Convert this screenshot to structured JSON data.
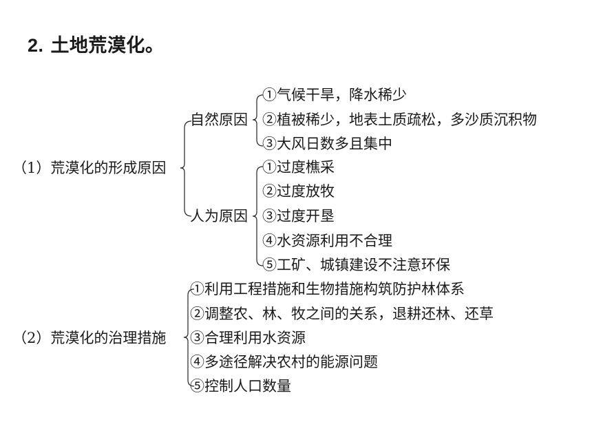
{
  "title": {
    "num": "2.",
    "text": "土地荒漠化。"
  },
  "section1": {
    "label": "（1）荒漠化的形成原因",
    "natural": {
      "label": "自然原因",
      "items": [
        "①气候干旱，降水稀少",
        "②植被稀少，地表土质疏松，多沙质沉积物",
        "③大风日数多且集中"
      ]
    },
    "human": {
      "label": "人为原因",
      "items": [
        "①过度樵采",
        "②过度放牧",
        "③过度开垦",
        "④水资源利用不合理",
        "⑤工矿、城镇建设不注意环保"
      ]
    }
  },
  "section2": {
    "label": "（2）荒漠化的治理措施",
    "items": [
      "①利用工程措施和生物措施构筑防护林体系",
      "②调整农、林、牧之间的关系，退耕还林、还草",
      "③合理利用水资源",
      "④多途径解决农村的能源问题",
      "⑤控制人口数量"
    ]
  }
}
